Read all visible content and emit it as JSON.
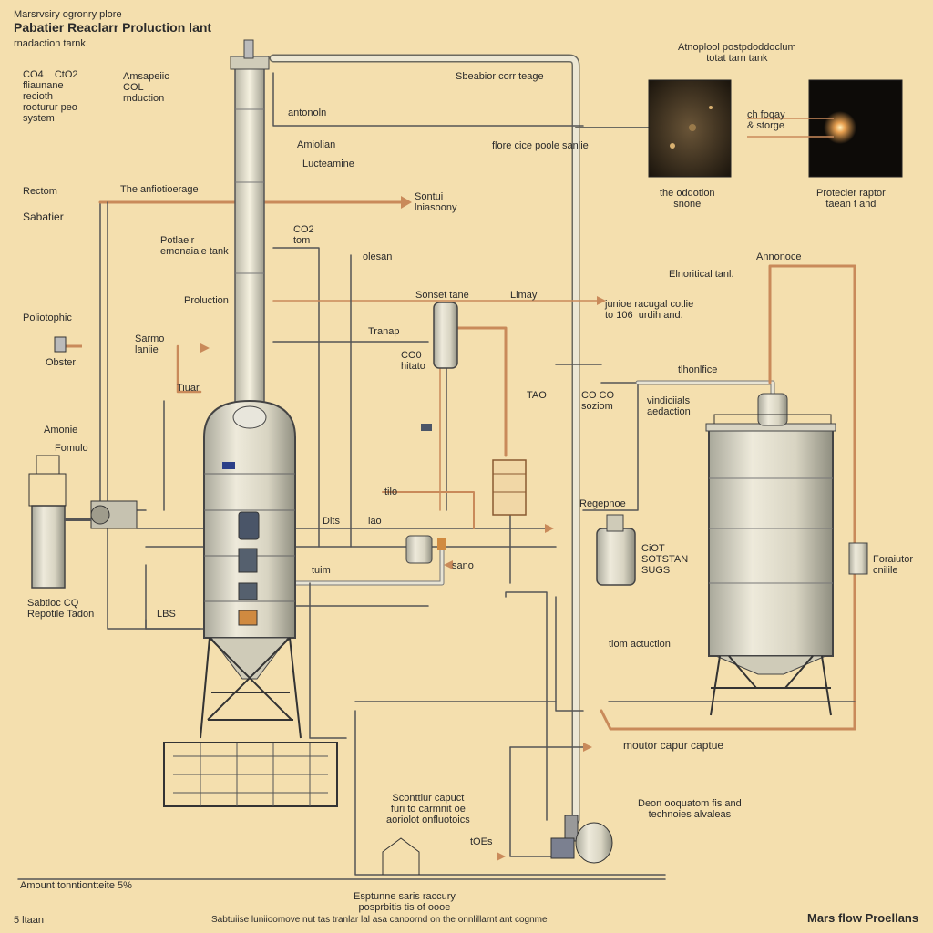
{
  "header": {
    "line1": "Marsrvsiry ogronry plore",
    "title": "Pabatier Reaclarr Proluction lant",
    "line3": "rnadaction tarnk."
  },
  "footer": {
    "brand": "Mars flow Proellans",
    "left_note": "Amount tonntiontteite 5%",
    "left_note2": "5 ltaan",
    "bottom_note": "Sabtuiise luniioomove nut tas tranlar lal asa canoornd on the onnlillarnt ant cognme",
    "bottom_center": "Esptunne saris raccury\nposprbitis tis of oooe"
  },
  "left_labels": {
    "co2_system": "CO4    CtO2\nfliaunane\nrecioth\nrooturur peo\nsystem",
    "reactor": "Rectom",
    "sabatier": "Sabatier",
    "photo": "Poliotophic",
    "obster": "Obster",
    "amonie": "Amonie",
    "fomulo": "Fomulo",
    "sabtioc": "Sabtioc CQ\nRepotile Tadon"
  },
  "column_labels": {
    "amspeiic": "Amsapeiic\nCOL\nrnduction",
    "antiolian": "Amiolian",
    "lucteamine": "Lucteamine",
    "sepannage": "The anfiotioerage",
    "cosed": "Sontui\nlniasoony",
    "potlaeir": "Potlaeir\nemonaiale tank",
    "proluction": "Proluction",
    "samo_lante": "Sarmo\nlaniie",
    "co2_tom": "CO2\ntom",
    "olesan": "olesan",
    "antonoln": "antonoln",
    "separator": "Sbeabior corr teage",
    "flare": "flore cice poole sanlie",
    "sonset": "Sonset tane",
    "llmay": "Llmay",
    "tranap": "Tranap",
    "co0_hitato": "CO0\nhitato",
    "tao": "TAO",
    "dlts": "Dlts",
    "lao": "lao",
    "tilo": "tilo",
    "tuim": "tuim",
    "ls_boo": "LBS",
    "sano": "sano",
    "tiuar": "Tiuar"
  },
  "right_labels": {
    "atmospheric": "Atnoplool postpdoddoclum\ntotat tarn tank",
    "ch_fagay": "ch foqay\n& storge",
    "odation": "the oddotion\nsnone",
    "protecier": "Protecier raptor\ntaean t and",
    "annonoce": "Annonoce",
    "elnoritical": "Elnoritical tanl.",
    "jenlot": "junioe racugal cotlie\nto 106  urdih and.",
    "co_soziom": "CO CO\nsoziom",
    "vindicials": "vindiciials\naedaction",
    "themlfice": "tlhonlfice",
    "regepnoe": "Regepnoe",
    "cot_sotsan": "CiOT\nSOTSTAN\nSUGS",
    "tiom_auction": "tiom actuction",
    "foralutor": "Foraiutor\ncnilile",
    "mouter_capue": "moutor capur captue",
    "deon_equation": "Deon ooquatom fis and\ntechnoies alvaleas",
    "scenthur": "Sconttlur capuct\nfuri to carmnit oe\naoriolot onfluotoics",
    "ta_ae": "tOEs"
  }
}
